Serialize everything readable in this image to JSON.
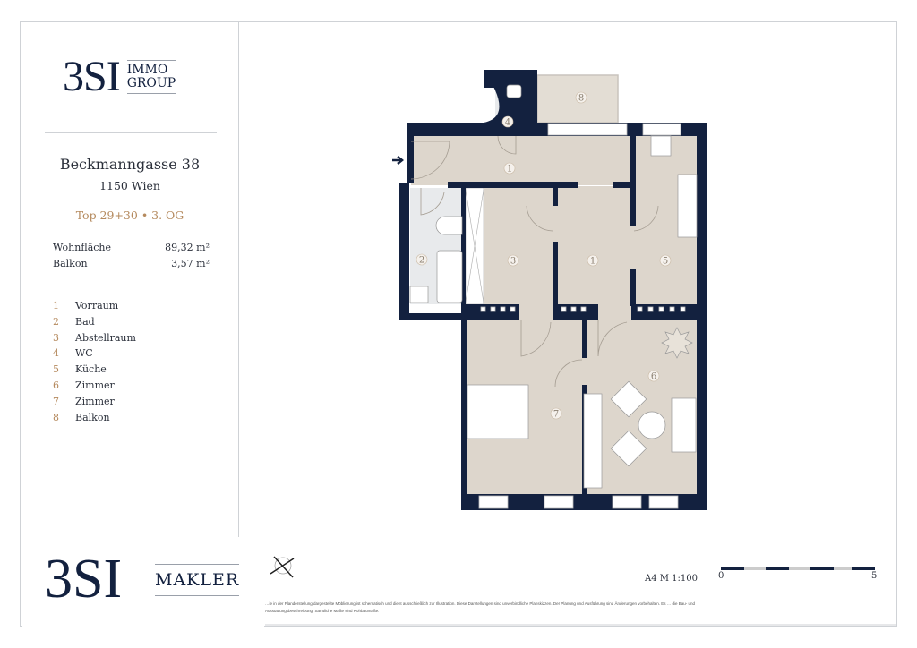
{
  "brand": {
    "logo_main": "3SI",
    "logo_sub_1": "IMMO",
    "logo_sub_2": "GROUP",
    "makler_main": "3SI",
    "makler_sub": "MAKLER"
  },
  "property": {
    "street": "Beckmanngasse 38",
    "city": "1150 Wien",
    "unit": "Top 29+30 • 3. OG",
    "areas": [
      {
        "label": "Wohnfläche",
        "value": "89,32 m²"
      },
      {
        "label": "Balkon",
        "value": "3,57 m²"
      }
    ]
  },
  "rooms": [
    {
      "number": "1",
      "name": "Vorraum"
    },
    {
      "number": "2",
      "name": "Bad"
    },
    {
      "number": "3",
      "name": "Abstellraum"
    },
    {
      "number": "4",
      "name": "WC"
    },
    {
      "number": "5",
      "name": "Küche"
    },
    {
      "number": "6",
      "name": "Zimmer"
    },
    {
      "number": "7",
      "name": "Zimmer"
    },
    {
      "number": "8",
      "name": "Balkon"
    }
  ],
  "plan": {
    "scale_label": "A4  M 1:100",
    "scale_start": "0",
    "scale_end": "5",
    "labels": {
      "vorraum": "1",
      "vorraum2": "1",
      "bad": "2",
      "abstell": "3",
      "wc": "4",
      "kueche": "5",
      "zimmer6": "6",
      "zimmer7": "7",
      "balkon": "8"
    },
    "colors": {
      "wall": "#13213f",
      "floor": "#ddd6cc",
      "tile": "#e8eaec",
      "accent": "#b58a5e"
    }
  },
  "disclaimer": "…ie in der Planderstellung dargestellte Möblierung ist schematisch und dient ausschließlich zur Illustration. Diese Darstellungen sind unverbindliche Planskizzen. Der Planung und Ausführung sind Änderungen vorbehalten. Es … die Bau- und Ausstattungsbeschreibung. Sämtliche Maße sind Rohbaumaße."
}
